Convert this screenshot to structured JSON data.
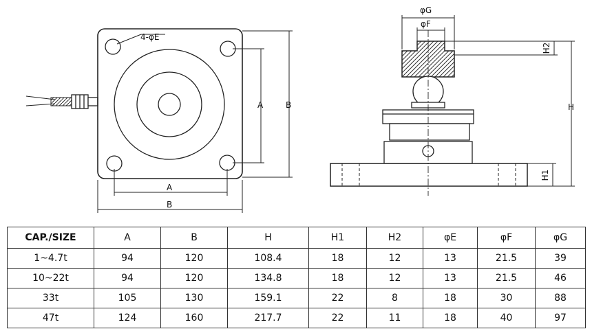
{
  "drawing": {
    "top_view_labels": {
      "hole": "4-φE",
      "dim_a_vertical": "A",
      "dim_b_vertical": "B",
      "dim_a_horizontal": "A",
      "dim_b_horizontal": "B"
    },
    "side_view_labels": {
      "dim_g": "φG",
      "dim_f": "φF",
      "dim_h2": "H2",
      "dim_h": "H",
      "dim_h1": "H1"
    }
  },
  "table": {
    "headers": [
      "CAP./SIZE",
      "A",
      "B",
      "H",
      "H1",
      "H2",
      "φE",
      "φF",
      "φG"
    ],
    "rows": [
      [
        "1~4.7t",
        "94",
        "120",
        "108.4",
        "18",
        "12",
        "13",
        "21.5",
        "39"
      ],
      [
        "10~22t",
        "94",
        "120",
        "134.8",
        "18",
        "12",
        "13",
        "21.5",
        "46"
      ],
      [
        "33t",
        "105",
        "130",
        "159.1",
        "22",
        "8",
        "18",
        "30",
        "88"
      ],
      [
        "47t",
        "124",
        "160",
        "217.7",
        "22",
        "11",
        "18",
        "40",
        "97"
      ]
    ]
  }
}
